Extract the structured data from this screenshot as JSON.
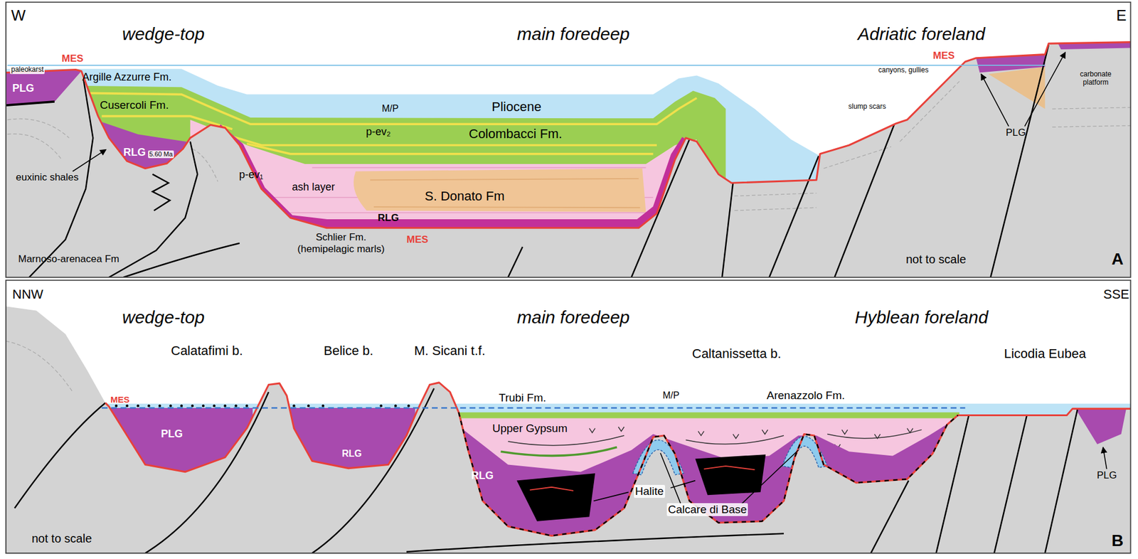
{
  "diagram": {
    "labels": [
      "W",
      "E",
      "wedge-top",
      "main foredeep",
      "Adriatic foreland",
      "paleokarst",
      "MES",
      "Argille Azzurre Fm.",
      "PLG",
      "Cusercoli Fm.",
      "RLG",
      "euxinic shales",
      "5.60 Ma",
      "Marnoso-arenacea Fm",
      "M/P",
      "Pliocene",
      "p-ev₂",
      "Colombacci Fm.",
      "p-ev₁",
      "ash layer",
      "S. Donato Fm",
      "RLG",
      "Schlier Fm. (hemipelagic marls)",
      "MES",
      "canyons, gullies",
      "slump scars",
      "MES",
      "carbonate platform",
      "PLG",
      "not to scale",
      "A",
      "NNW",
      "SSE",
      "wedge-top",
      "main foredeep",
      "Hyblean foreland",
      "Calatafimi b.",
      "Belice b.",
      "M. Sicani t.f.",
      "Caltanissetta b.",
      "Licodia Eubea",
      "MES",
      "PLG",
      "RLG",
      "Trubi Fm.",
      "M/P",
      "Arenazzolo Fm.",
      "Upper Gypsum",
      "RLG",
      "Halite",
      "Calcare di Base",
      "PLG",
      "not to scale",
      "B"
    ]
  }
}
